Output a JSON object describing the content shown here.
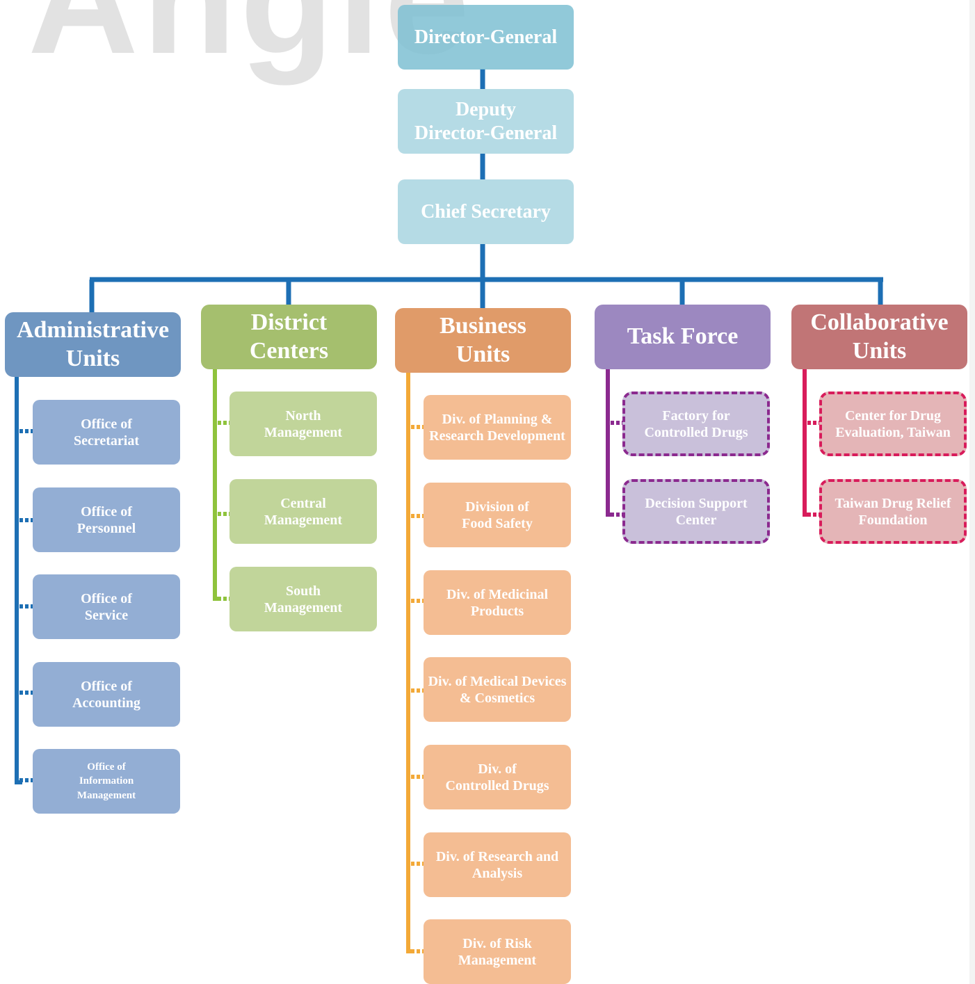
{
  "watermark": "Angle",
  "colors": {
    "top_1": "#8ec8d8",
    "top_2": "#b5dbe5",
    "main_line": "#1d6fb4",
    "admin_header": "#6f96c1",
    "admin_child": "#93aed4",
    "admin_line": "#1d6fb4",
    "district_header": "#a5bf6e",
    "district_child": "#c1d59a",
    "district_line": "#8fc33c",
    "business_header": "#e09b69",
    "business_child": "#f4bd93",
    "business_line": "#f3a937",
    "task_header": "#9c88c0",
    "task_child": "#c9c0da",
    "task_line": "#8b2a8f",
    "collab_header": "#c17576",
    "collab_child": "#e4b5b7",
    "collab_line": "#d81c5b"
  },
  "top_chain": [
    {
      "lines": [
        "Director-General"
      ]
    },
    {
      "lines": [
        "Deputy",
        "Director-General"
      ]
    },
    {
      "lines": [
        "Chief Secretary"
      ]
    }
  ],
  "columns": [
    {
      "header": [
        "Administrative",
        "Units"
      ],
      "children": [
        {
          "lines": [
            "Office of",
            "Secretariat"
          ]
        },
        {
          "lines": [
            "Office of",
            "Personnel"
          ]
        },
        {
          "lines": [
            "Office of",
            "Service"
          ]
        },
        {
          "lines": [
            "Office of",
            "Accounting"
          ]
        },
        {
          "lines": [
            "Office of",
            "Information",
            "Management"
          ]
        }
      ]
    },
    {
      "header": [
        "District",
        "Centers"
      ],
      "children": [
        {
          "lines": [
            "North",
            "Management"
          ]
        },
        {
          "lines": [
            "Central",
            "Management"
          ]
        },
        {
          "lines": [
            "South",
            "Management"
          ]
        }
      ]
    },
    {
      "header": [
        "Business",
        "Units"
      ],
      "children": [
        {
          "lines": [
            "Div. of Planning &",
            "Research Development"
          ]
        },
        {
          "lines": [
            "Division of",
            "Food Safety"
          ]
        },
        {
          "lines": [
            "Div. of Medicinal",
            "Products"
          ]
        },
        {
          "lines": [
            "Div. of Medical Devices",
            "& Cosmetics"
          ]
        },
        {
          "lines": [
            "Div. of",
            "Controlled Drugs"
          ]
        },
        {
          "lines": [
            "Div. of Research and",
            "Analysis"
          ]
        },
        {
          "lines": [
            "Div. of Risk",
            "Management"
          ]
        }
      ]
    },
    {
      "header": [
        "Task Force"
      ],
      "children": [
        {
          "lines": [
            "Factory for",
            "Controlled Drugs"
          ]
        },
        {
          "lines": [
            "Decision Support",
            "Center"
          ]
        }
      ]
    },
    {
      "header": [
        "Collaborative",
        "Units"
      ],
      "children": [
        {
          "lines": [
            "Center for Drug",
            "Evaluation, Taiwan"
          ]
        },
        {
          "lines": [
            "Taiwan Drug Relief",
            "Foundation"
          ]
        }
      ]
    }
  ]
}
